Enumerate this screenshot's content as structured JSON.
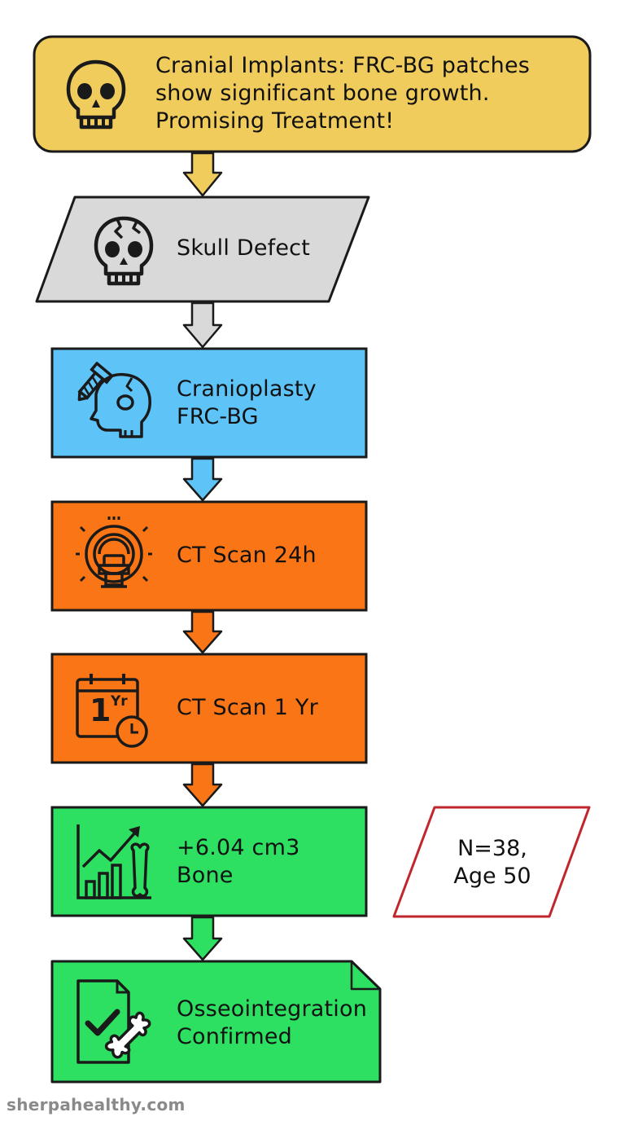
{
  "header": {
    "lines": [
      "Cranial Implants: FRC-BG patches",
      "show significant bone growth.",
      "Promising Treatment!"
    ],
    "icon": "skull-icon",
    "color": "#f0cc5c"
  },
  "steps": [
    {
      "id": "skull-defect",
      "lines": [
        "Skull Defect"
      ],
      "icon": "cracked-skull-icon",
      "color": "#d9d9d9",
      "shape": "parallelogram"
    },
    {
      "id": "cranioplasty",
      "lines": [
        "Cranioplasty",
        "FRC-BG"
      ],
      "icon": "skull-screw-icon",
      "color": "#5ec3f7",
      "shape": "rectangle"
    },
    {
      "id": "ct-scan-24h",
      "lines": [
        "CT Scan 24h"
      ],
      "icon": "ct-scanner-icon",
      "color": "#f97516",
      "shape": "rectangle"
    },
    {
      "id": "ct-scan-1yr",
      "lines": [
        "CT Scan 1 Yr"
      ],
      "icon": "calendar-clock-icon",
      "icon_text": "1",
      "icon_superscript": "Yr",
      "color": "#f97516",
      "shape": "rectangle"
    },
    {
      "id": "bone-growth",
      "lines": [
        "+6.04 cm3",
        "Bone"
      ],
      "icon": "growth-chart-bone-icon",
      "color": "#2de061",
      "shape": "rectangle"
    },
    {
      "id": "osseointegration",
      "lines": [
        "Osseointegration",
        "Confirmed"
      ],
      "icon": "checked-document-bone-icon",
      "color": "#2de061",
      "shape": "document"
    }
  ],
  "side_note": {
    "lines": [
      "N=38,",
      "Age 50"
    ],
    "border_color": "#c0262c"
  },
  "watermark": "sherpahealthy.com"
}
